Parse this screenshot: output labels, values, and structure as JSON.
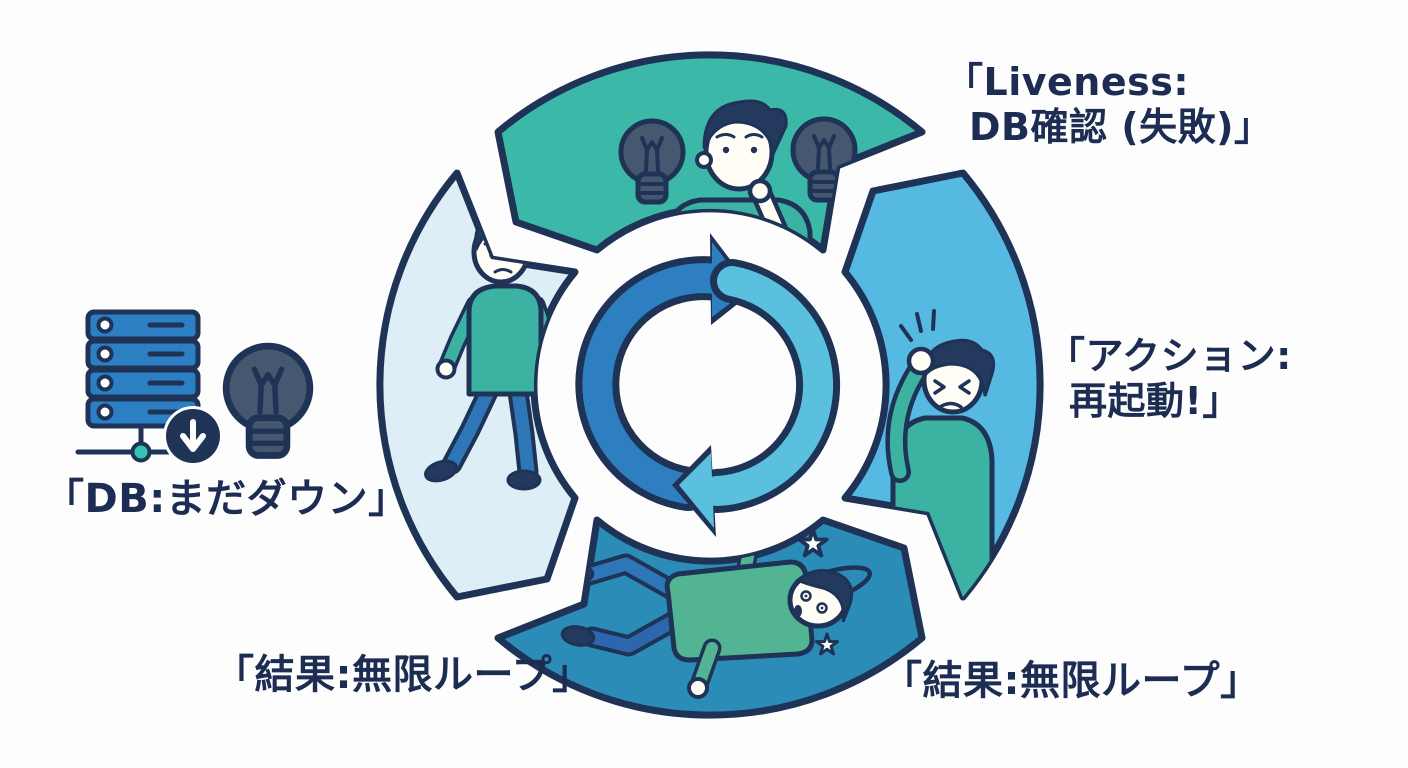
{
  "background": "#fdfdfd",
  "palette": {
    "outline": "#1e3356",
    "text": "#1c2c52",
    "segment_top": "#3cb8a8",
    "segment_right": "#55b9e2",
    "segment_bottom": "#2b8cb8",
    "segment_left": "#ddeef6",
    "arrow_dark": "#2e7fc2",
    "arrow_light": "#5ac0de",
    "server_blue": "#2b7fc2",
    "network_dot": "#35c4b0",
    "badge_navy": "#1e3356",
    "bulb_fill": "#46586f",
    "shirt_teal": "#3cb3a2",
    "shirt_green": "#52b493",
    "pants_blue": "#2d77b8",
    "pants_blue_dark": "#2d66ad",
    "skin": "#fffdf6"
  },
  "cycle": {
    "center_icon": "cycle-refresh-arrows",
    "segments": [
      {
        "position": "top",
        "icon": "man-pondering-with-unlit-lightbulbs"
      },
      {
        "position": "right",
        "icon": "man-frustrated-fist-to-head"
      },
      {
        "position": "bottom",
        "icon": "man-dizzy-lying-down"
      },
      {
        "position": "left",
        "icon": "man-walking-dejected"
      }
    ]
  },
  "labels": {
    "liveness_check": {
      "line1": "「Liveness:",
      "line2": "DB確認 (失敗)」"
    },
    "action_restart": {
      "line1": "「アクション:",
      "line2": "再起動!」"
    },
    "result_loop_right": "「結果:無限ループ」",
    "result_loop_left": "「結果:無限ループ」",
    "db_still_down": "「DB:まだダウン」"
  },
  "side_icon": {
    "name": "database-server-down-with-unlit-bulb"
  }
}
